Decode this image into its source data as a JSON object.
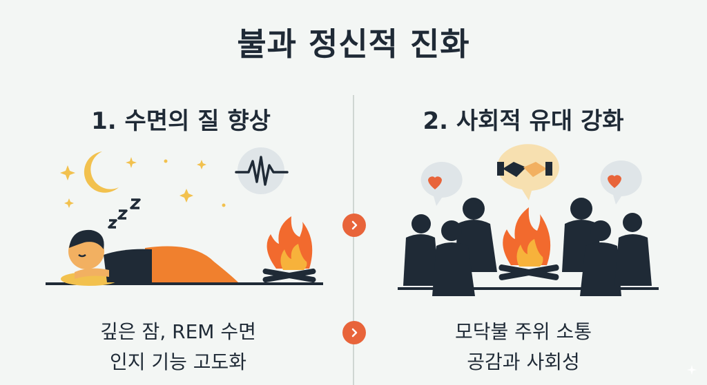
{
  "title": "불과 정신적 진화",
  "left": {
    "heading": "1. 수면의 질 향상",
    "zzz": "Z Z Z",
    "caption_line1": "깊은 잠, REM 수면",
    "caption_line2": "인지 기능 고도화"
  },
  "right": {
    "heading": "2. 사회적 유대 강화",
    "caption_line1": "모닥불 주위 소통",
    "caption_line2": "공감과 사회성"
  },
  "colors": {
    "background": "#f3f6f4",
    "text": "#1f2a36",
    "accent": "#e8643a",
    "flame": "#f26a2e",
    "moon": "#f2c14e",
    "bubble": "#dfe5e8"
  }
}
